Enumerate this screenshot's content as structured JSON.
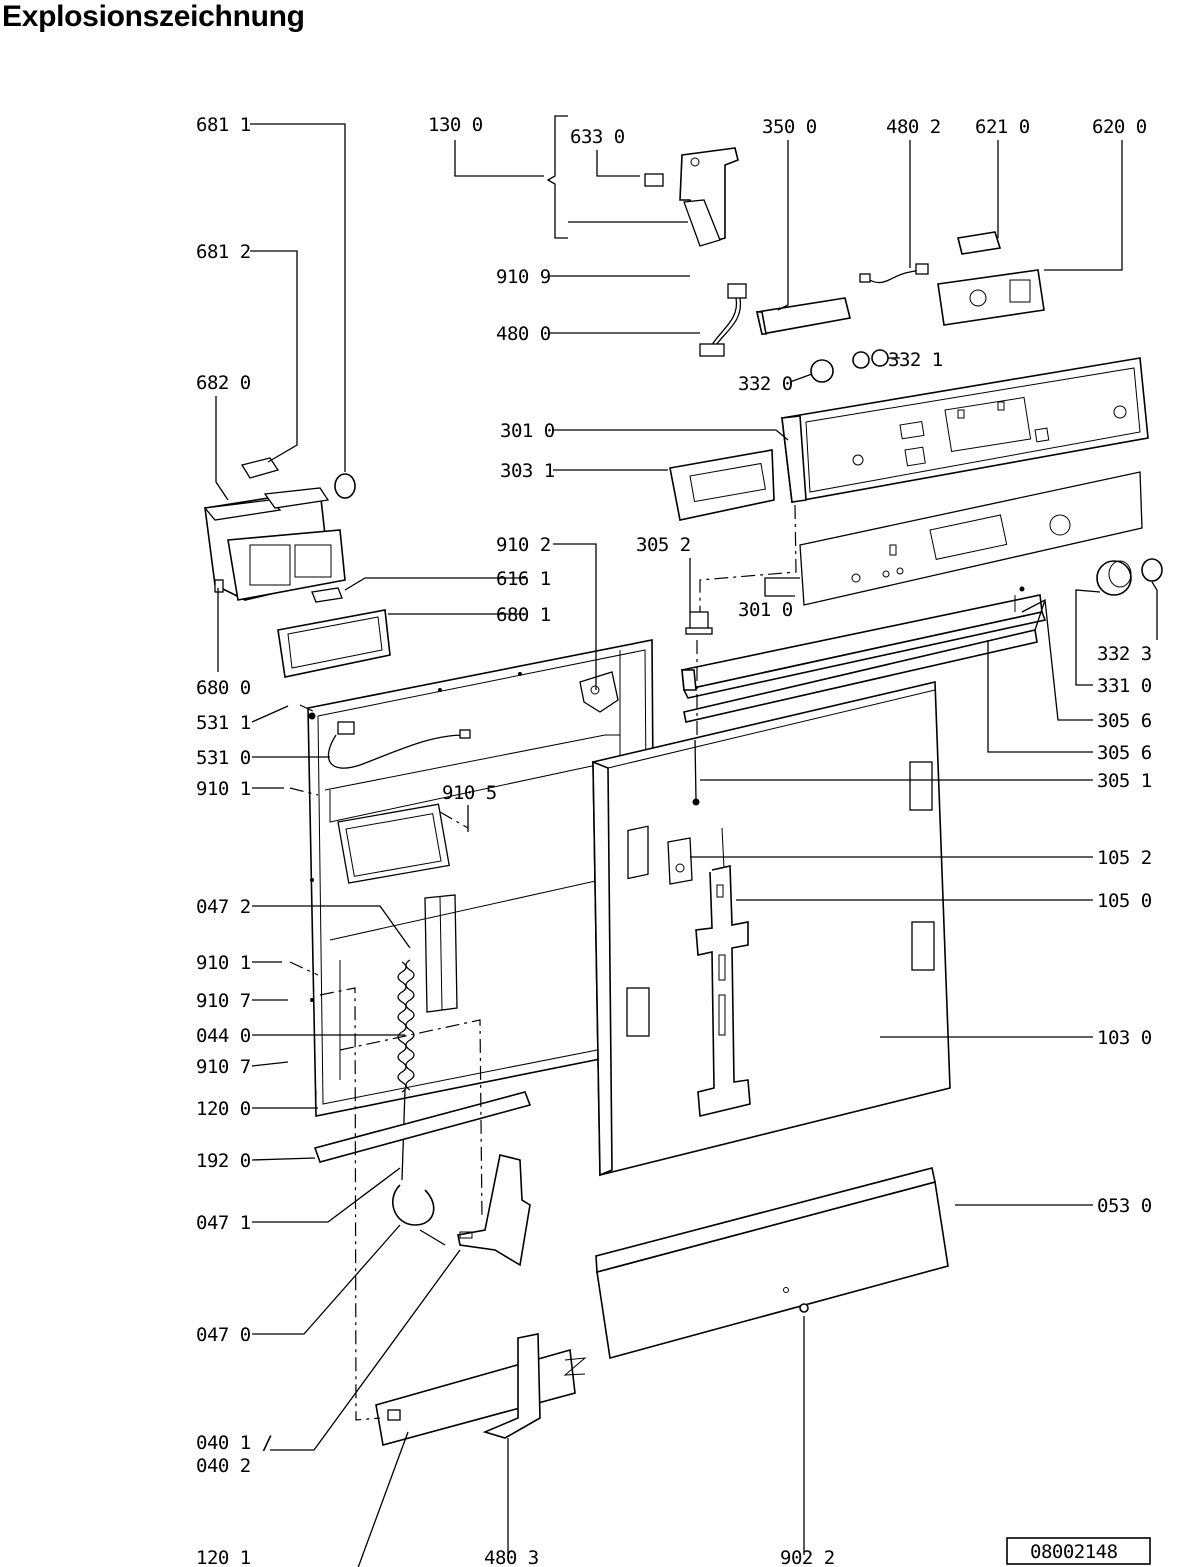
{
  "title": "Explosionszeichnung",
  "reference_number": "08002148",
  "labels": {
    "l6811": "681 1",
    "l1300": "130 0",
    "l6330": "633 0",
    "l3500": "350 0",
    "l4802": "480 2",
    "l6210": "621 0",
    "l6200": "620 0",
    "l6812": "681 2",
    "l9109": "910 9",
    "l4800": "480 0",
    "l3321": "332 1",
    "l3320": "332 0",
    "l6820": "682 0",
    "l3010a": "301 0",
    "l3031": "303 1",
    "l9102": "910 2",
    "l3052": "305 2",
    "l6161": "616 1",
    "l6801": "680 1",
    "l3010b": "301 0",
    "l3323": "332 3",
    "l6800": "680 0",
    "l3310": "331 0",
    "l5311": "531 1",
    "l3056a": "305 6",
    "l5310": "531 0",
    "l3056b": "305 6",
    "l9101a": "910 1",
    "l3051": "305 1",
    "l9105": "910 5",
    "l1052": "105 2",
    "l1050": "105 0",
    "l0472": "047 2",
    "l9101b": "910 1",
    "l9107a": "910 7",
    "l0440": "044 0",
    "l1030": "103 0",
    "l9107b": "910 7",
    "l1200": "120 0",
    "l1920": "192 0",
    "l0530": "053 0",
    "l0471": "047 1",
    "l0470": "047 0",
    "l0401": "040 1 /",
    "l0402": "040 2",
    "l1201": "120 1",
    "l4803": "480 3",
    "l9022": "902 2"
  }
}
